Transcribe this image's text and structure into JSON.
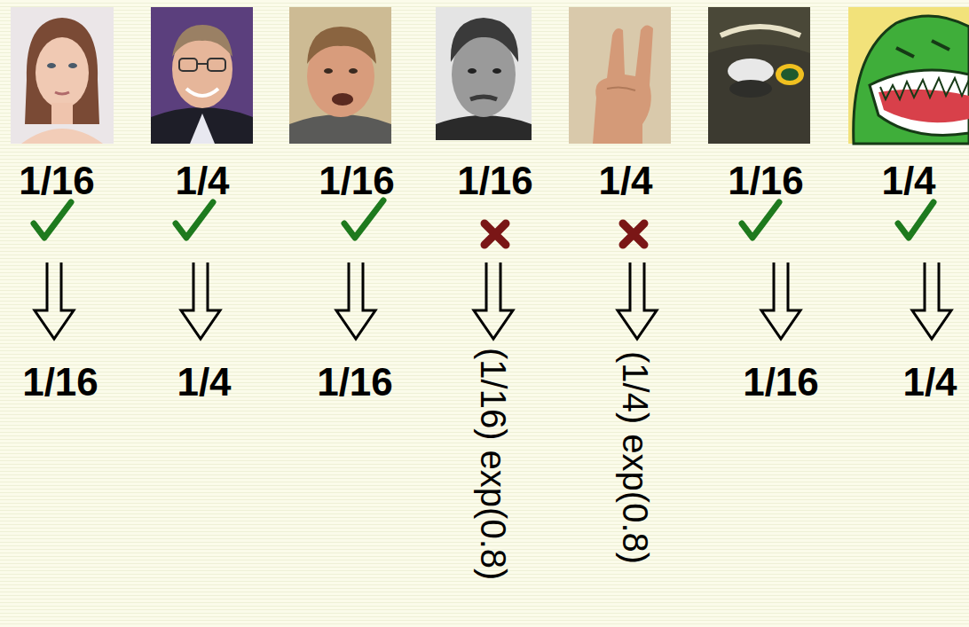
{
  "diagram": {
    "labels": [
      "1/16",
      "1/4",
      "1/16",
      "1/16",
      "1/4",
      "1/16",
      "1/4",
      "1/16",
      "1/4",
      "1/16",
      "(1/16) exp(0.8)",
      "(1/4) exp(0.8)",
      "1/16",
      "1/4"
    ]
  }
}
